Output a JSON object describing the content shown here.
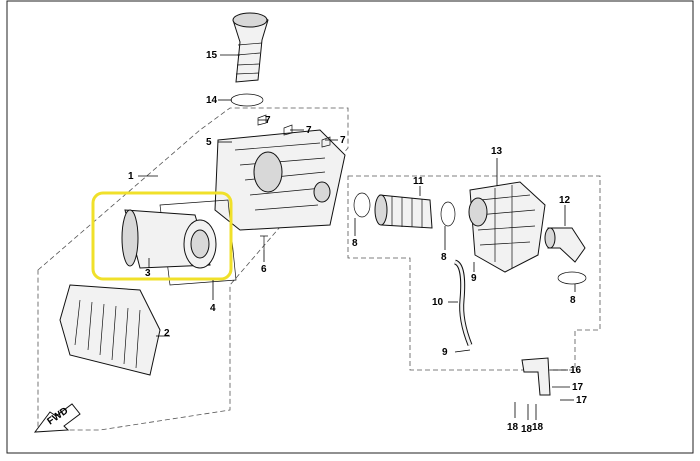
{
  "diagram": {
    "highlight_color": "#f0e02a",
    "callouts": {
      "c1": "1",
      "c2": "2",
      "c3": "3",
      "c4": "4",
      "c5": "5",
      "c6": "6",
      "c7a": "7",
      "c7b": "7",
      "c7c": "7",
      "c8a": "8",
      "c8b": "8",
      "c9a": "9",
      "c9b": "9",
      "c10": "10",
      "c11": "11",
      "c12": "12",
      "c13": "13",
      "c14": "14",
      "c15": "15",
      "c16": "16",
      "c17a": "17",
      "c17b": "17",
      "c18a": "18",
      "c18b": "18",
      "c18c": "18"
    },
    "fwd_label": "FWD"
  }
}
